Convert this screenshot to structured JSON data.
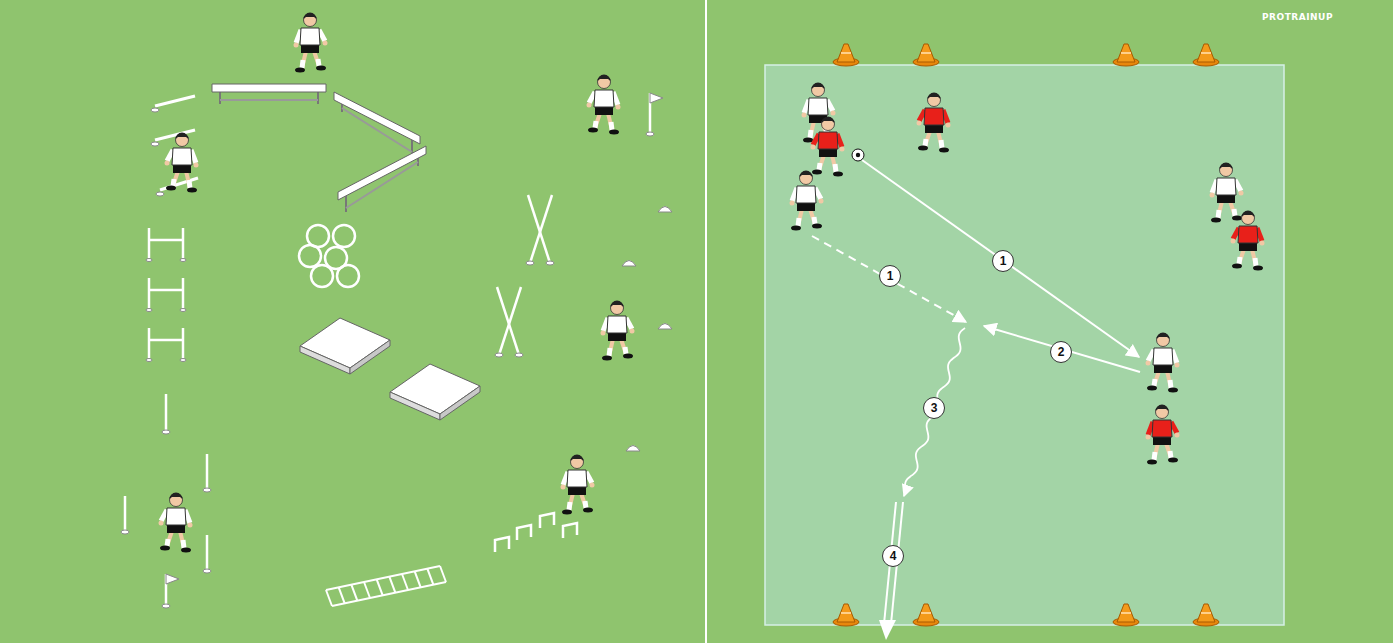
{
  "diagram": {
    "labels": [
      "PROTRAINUP",
      "1",
      "1",
      "2",
      "3",
      "4"
    ]
  }
}
